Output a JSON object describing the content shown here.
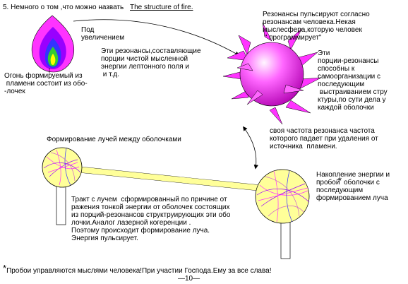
{
  "header": {
    "prefix": "5. Немного о том ,что можно назвать",
    "title": "The structure of fire."
  },
  "labels": {
    "magnified": "Под\nувеличением",
    "fire_shells": "Огонь формируемый из\n пламени состоит из обо-\n-лочек",
    "resonances_portions": "Эти резонансы,составляющие\nпорции чистой мысленной\nэнергии лептонного поля и\n и т.д.",
    "resonance_pulse": "Резонансы пульсируют согласно\nрезонансам человека.Некая\nмыслесфера,которую человек\n \" программирует\"",
    "self_organize": "Эти\nпорции-резонансы\nспособны к\nсамоорганизации с\nпоследующим\n выстраиванием стру\nктуры,по сути дела у\nкаждой оболочки",
    "own_frequency": "своя частота резонанса частота\nкоторого падает при удаления от\nисточника  пламени.",
    "ray_formation": "Формирование лучей между оболочками",
    "accumulation": "Накопление энергии и\nпробой  оболочки с\nпоследующим\nформированием луча",
    "accumulation_star": "*",
    "tract": "Тракт с лучем  сформированный по причине от\nражения тонкой энергии от оболочек состоящих\nиз порций-резонансов структруирующих эти обо\nлочки.Аналог лазерной когеренции .\nПоэтому происходит формирование луча.\nЭнергия пульсирует."
  },
  "footer": {
    "star": "*",
    "note": "Пробои управляются мыслями человека!При участии Господа.Ему за все слава!",
    "page": "—10—"
  },
  "colors": {
    "petal": "#ff33ff",
    "petal_dark": "#d400d4",
    "sphere": "#ffff99",
    "flame_outer": "#ff33ff",
    "flame_mid": "#9900ff",
    "flame_inner": "#3333ff",
    "flame_core": "#33cc33",
    "flame_center": "#ffff00"
  }
}
